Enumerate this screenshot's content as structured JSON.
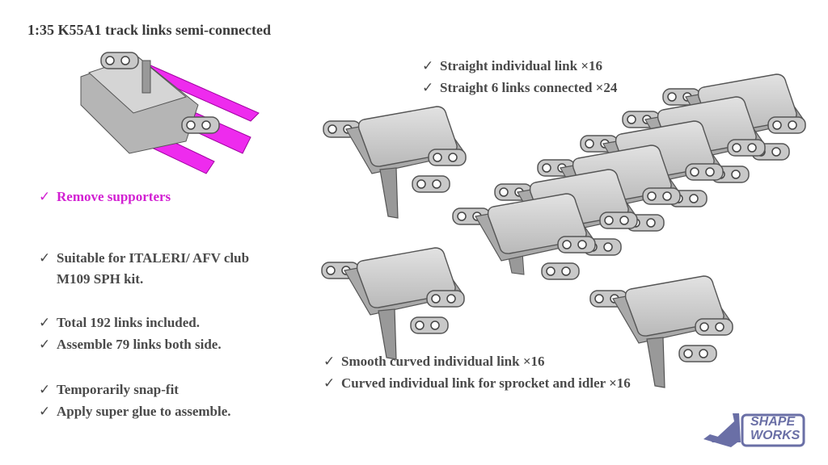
{
  "title": "1:35 K55A1 track links semi-connected",
  "left_notes": {
    "remove": "Remove supporters",
    "suitable_1": "Suitable for ITALERI/ AFV club",
    "suitable_2": "M109 SPH kit.",
    "total": "Total 192 links included.",
    "assemble": "Assemble 79 links both side.",
    "snap": "Temporarily snap-fit",
    "glue": "Apply super glue to assemble."
  },
  "top_notes": {
    "straight_individual": "Straight individual link ×16",
    "straight_connected": "Straight 6 links connected ×24"
  },
  "bottom_notes": {
    "smooth_curved": "Smooth curved individual link ×16",
    "curved_sprocket": "Curved individual link for sprocket and idler ×16"
  },
  "check_mark": "✓",
  "logo": {
    "line1": "SHAPE",
    "line2": "WORKS"
  },
  "colors": {
    "text": "#4a4a4a",
    "accent": "#d21fd2",
    "logo": "#6a6fa6"
  }
}
